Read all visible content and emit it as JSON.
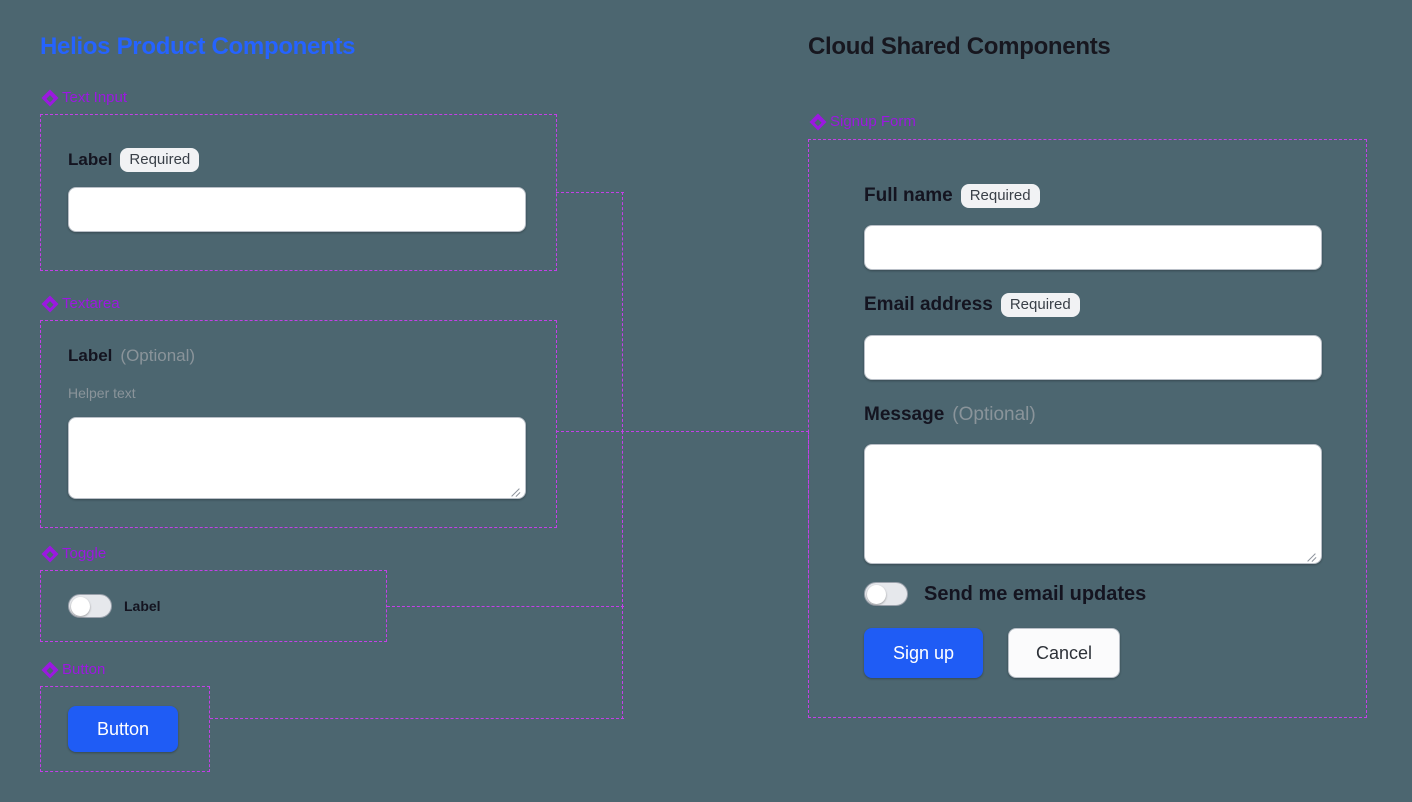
{
  "canvas": {
    "background": "#4c6670",
    "connector_color": "#c43fe8",
    "tag_color": "#9b18e0"
  },
  "columns": {
    "left": {
      "title": "Helios Product Components",
      "title_color": "#2563ff"
    },
    "right": {
      "title": "Cloud Shared Components",
      "title_color": "#17171f"
    }
  },
  "left_components": [
    {
      "tag": "Text Input",
      "icon": "diamond-icon",
      "label": "Label",
      "badge": "Required"
    },
    {
      "tag": "Textarea",
      "icon": "diamond-icon",
      "label": "Label",
      "optional": "(Optional)",
      "helper": "Helper text"
    },
    {
      "tag": "Toggle",
      "icon": "diamond-icon",
      "switch_label": "Label",
      "switch_state": "off"
    },
    {
      "tag": "Button",
      "icon": "diamond-icon",
      "button_label": "Button",
      "button_color": "#1f5cf5"
    }
  ],
  "signup_form": {
    "tag": "Signup Form",
    "icon": "diamond-icon",
    "fields": [
      {
        "label": "Full name",
        "badge": "Required",
        "value": "",
        "placeholder": ""
      },
      {
        "label": "Email address",
        "badge": "Required",
        "value": "",
        "placeholder": ""
      },
      {
        "label": "Message",
        "optional": "(Optional)",
        "value": "",
        "placeholder": ""
      }
    ],
    "toggle": {
      "label": "Send me email updates",
      "state": "off"
    },
    "actions": {
      "primary": "Sign up",
      "secondary": "Cancel",
      "primary_color": "#1f5cf5"
    }
  }
}
